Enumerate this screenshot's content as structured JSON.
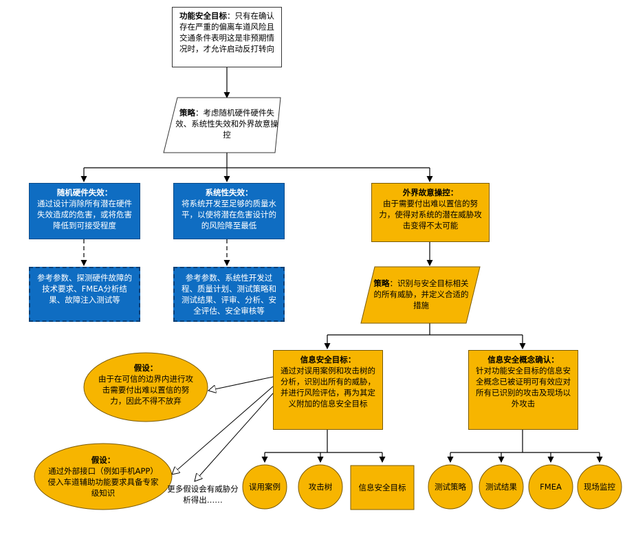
{
  "goal": {
    "title": "功能安全目标",
    "text": "：只有在确认存在严重的偏离车道风险且交通条件表明这是非预期情况时，才允许启动反打转向"
  },
  "strategy1": {
    "title": "策略",
    "text": "：考虑随机硬件硬件失效、系统性失效和外界故意操控"
  },
  "random_hw": {
    "title": "随机硬件失效：",
    "text": "通过设计消除所有潜在硬件失效造成的危害，或将危害降低到可接受程度"
  },
  "random_hw_ref": {
    "text": "参考参数、探测硬件故障的技术要求、FMEA分析结果、故障注入测试等"
  },
  "systematic": {
    "title": "系统性失效：",
    "text": "将系统开发至足够的质量水平，以使将潜在危害设计的的风险降至最低"
  },
  "systematic_ref": {
    "text": "参考参数、系统性开发过程、质量计划、测试策略和测试结果、评审、分析、安全评估、安全审核等"
  },
  "external": {
    "title": "外界故意操控：",
    "text": "由于需要付出难以置信的努力，使得对系统的潜在威胁攻击变得不太可能"
  },
  "strategy2": {
    "title": "策略",
    "text": "：识别与安全目标相关的所有威胁，并定义合适的措施"
  },
  "security_goal": {
    "title": "信息安全目标：",
    "text": "通过对误用案例和攻击树的分析，识别出所有的威胁，并进行风险评估，再为其定义附加的信息安全目标"
  },
  "security_confirm": {
    "title": "信息安全概念确认：",
    "text": "针对功能安全目标的信息安全概念已被证明可有效应对所有已识别的攻击及现场以外攻击"
  },
  "assumption1": {
    "title": "假设：",
    "text": "由于在可信的边界内进行攻击需要付出难以置信的努力，因此不得不放弃"
  },
  "assumption2": {
    "title": "假设：",
    "text": "通过外部接口（例如手机APP）侵入车道辅助功能要求具备专家级知识"
  },
  "more_note": "更多假设会有威胁分析得出……",
  "leaves_left": [
    "误用案例",
    "攻击树",
    "信息安全目标"
  ],
  "leaves_right": [
    "测试策略",
    "测试结果",
    "FMEA",
    "现场监控"
  ],
  "colors": {
    "blue": "#0f6dc2",
    "orange": "#f7b500",
    "ellipse": "#f7b500"
  }
}
